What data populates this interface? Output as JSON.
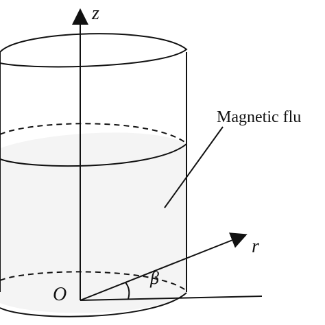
{
  "diagram": {
    "labels": {
      "z_axis": "z",
      "r_axis": "r",
      "origin": "O",
      "angle": "β",
      "fluid": "Magnetic flu"
    },
    "colors": {
      "line": "#111111",
      "fluid_fill": "#f4f4f4",
      "background": "#ffffff"
    }
  }
}
